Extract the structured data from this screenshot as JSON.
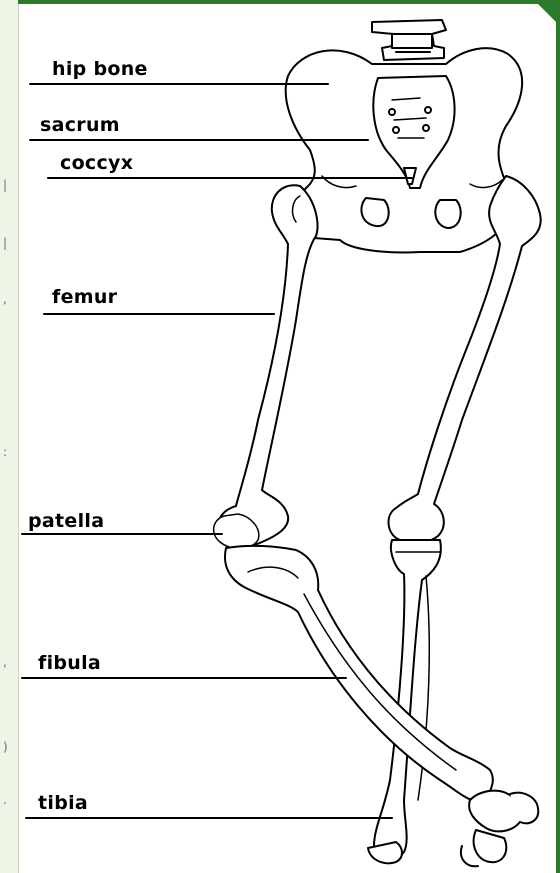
{
  "labels": {
    "hip_bone": "hip bone",
    "sacrum": "sacrum",
    "coccyx": "coccyx",
    "femur": "femur",
    "patella": "patella",
    "fibula": "fibula",
    "tibia": "tibia"
  },
  "colors": {
    "frame_green": "#2d7a2d",
    "strip_background": "#eef5e6",
    "bone_fill": "#ffffff",
    "outline": "#000000"
  }
}
